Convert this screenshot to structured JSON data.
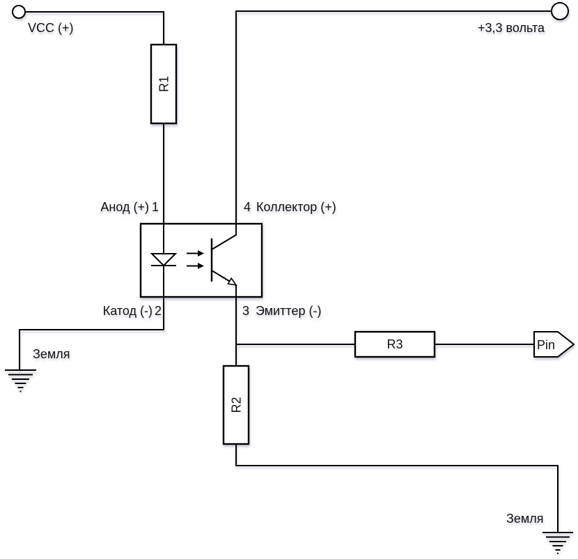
{
  "canvas": {
    "background": "#ffffff",
    "ink": "#000000",
    "shadow_color": "rgba(112,112,158,0.38)"
  },
  "power": {
    "vcc_terminal": "VCC (+)",
    "v33_terminal": "+3,3 вольта"
  },
  "grounds": {
    "left": "Земля",
    "right": "Земля"
  },
  "resistors": {
    "r1": "R1",
    "r2": "R2",
    "r3": "R3"
  },
  "output": {
    "pin": "Pin"
  },
  "optocoupler": {
    "pins": [
      {
        "number": "1",
        "label": "Анод (+)"
      },
      {
        "number": "2",
        "label": "Катод (-)"
      },
      {
        "number": "3",
        "label": "Эмиттер (-)"
      },
      {
        "number": "4",
        "label": "Коллектор (+)"
      }
    ]
  }
}
